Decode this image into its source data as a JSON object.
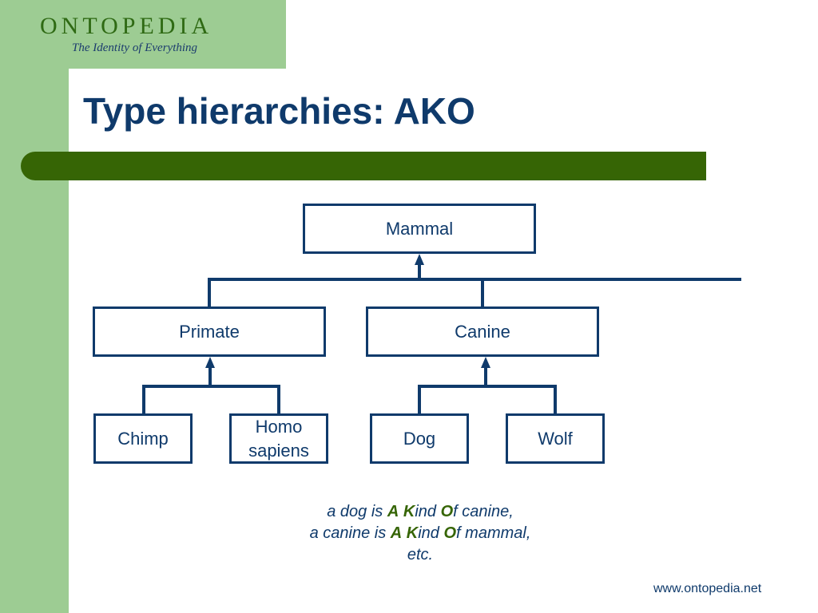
{
  "logo": {
    "title": "ONTOPEDIA",
    "tagline": "The Identity of Everything"
  },
  "slide": {
    "title": "Type hierarchies: AKO"
  },
  "diagram": {
    "nodes": {
      "mammal": "Mammal",
      "primate": "Primate",
      "canine": "Canine",
      "chimp": "Chimp",
      "homo_sapiens": "Homo sapiens",
      "dog": "Dog",
      "wolf": "Wolf"
    },
    "edges": [
      {
        "from": "primate",
        "to": "mammal"
      },
      {
        "from": "canine",
        "to": "mammal"
      },
      {
        "from": "chimp",
        "to": "primate"
      },
      {
        "from": "homo_sapiens",
        "to": "primate"
      },
      {
        "from": "dog",
        "to": "canine"
      },
      {
        "from": "wolf",
        "to": "canine"
      }
    ]
  },
  "caption": {
    "line1": {
      "pre": "a dog is ",
      "a": "A",
      "space": " ",
      "k": "K",
      "ind": "ind ",
      "o": "O",
      "post": "f canine,"
    },
    "line2": {
      "pre": "a canine is ",
      "a": "A",
      "space": " ",
      "k": "K",
      "ind": "ind ",
      "o": "O",
      "post": "f mammal,"
    },
    "line3": "etc."
  },
  "footer": {
    "url": "www.ontopedia.net"
  },
  "colors": {
    "light_green": "#9dcc93",
    "dark_green": "#366505",
    "navy": "#0f3a6b"
  }
}
